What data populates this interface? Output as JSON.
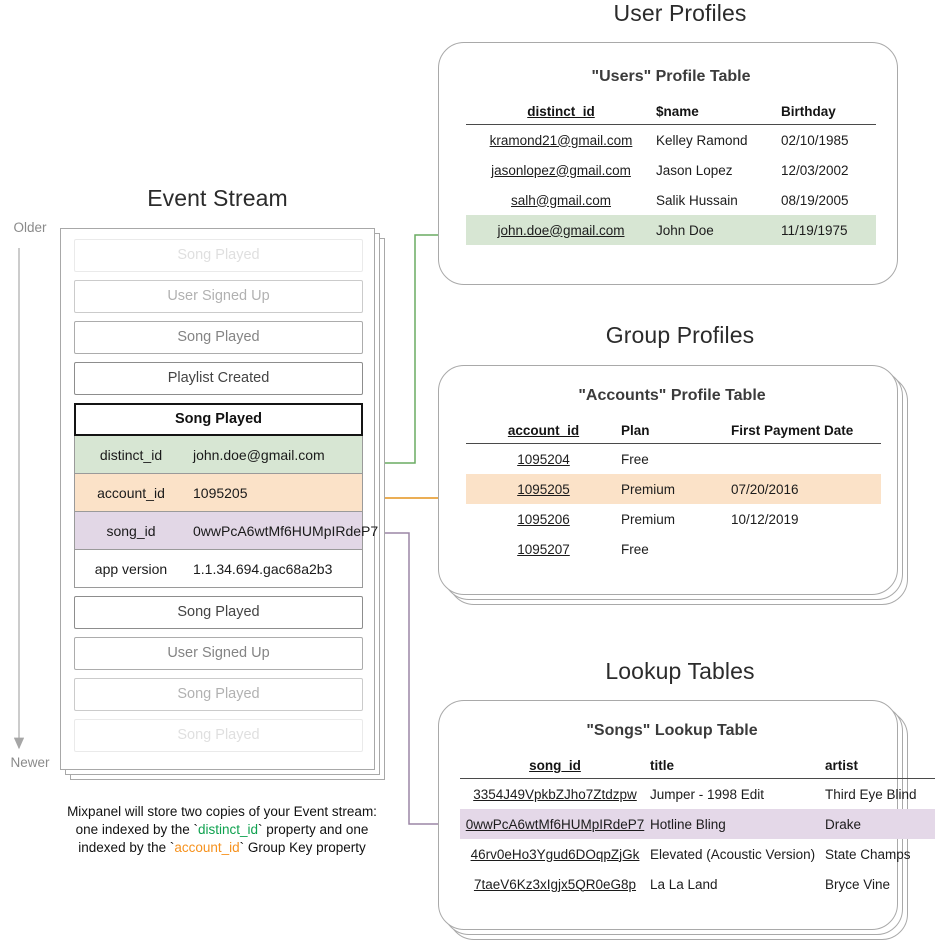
{
  "sections": {
    "event_stream_title": "Event Stream",
    "user_profiles_title": "User Profiles",
    "group_profiles_title": "Group Profiles",
    "lookup_tables_title": "Lookup Tables"
  },
  "axis": {
    "older": "Older",
    "newer": "Newer"
  },
  "event_stream": {
    "events_above": [
      {
        "label": "Song Played",
        "fade": "f1"
      },
      {
        "label": "User Signed Up",
        "fade": "f2"
      },
      {
        "label": "Song Played",
        "fade": "f3"
      },
      {
        "label": "Playlist Created",
        "fade": "f4"
      }
    ],
    "selected_event": {
      "name": "Song Played",
      "properties": [
        {
          "key": "distinct_id",
          "value": "john.doe@gmail.com",
          "tone": "green"
        },
        {
          "key": "account_id",
          "value": "1095205",
          "tone": "orange"
        },
        {
          "key": "song_id",
          "value": "0wwPcA6wtMf6HUMpIRdeP7",
          "tone": "purple"
        },
        {
          "key": "app version",
          "value": "1.1.34.694.gac68a2b3",
          "tone": "plain"
        }
      ]
    },
    "events_below": [
      {
        "label": "Song Played",
        "fade": "f4"
      },
      {
        "label": "User Signed Up",
        "fade": "f3"
      },
      {
        "label": "Song Played",
        "fade": "f2"
      },
      {
        "label": "Song Played",
        "fade": "f1"
      }
    ]
  },
  "caption": {
    "line1": "Mixpanel will store two copies of your Event stream:",
    "line2_pre": "one indexed by the `",
    "line2_token": "distinct_id",
    "line2_post": "` property and one",
    "line3_pre": "indexed by the `",
    "line3_token": "account_id",
    "line3_post": "` Group Key property"
  },
  "users_table": {
    "title": "\"Users\" Profile Table",
    "columns": [
      "distinct_id",
      "$name",
      "Birthday"
    ],
    "rows": [
      {
        "cells": [
          "kramond21@gmail.com",
          "Kelley Ramond",
          "02/10/1985"
        ],
        "highlight": "none"
      },
      {
        "cells": [
          "jasonlopez@gmail.com",
          "Jason Lopez",
          "12/03/2002"
        ],
        "highlight": "none"
      },
      {
        "cells": [
          "salh@gmail.com",
          "Salik Hussain",
          "08/19/2005"
        ],
        "highlight": "none"
      },
      {
        "cells": [
          "john.doe@gmail.com",
          "John Doe",
          "11/19/1975"
        ],
        "highlight": "green"
      }
    ]
  },
  "accounts_table": {
    "title": "\"Accounts\" Profile Table",
    "columns": [
      "account_id",
      "Plan",
      "First Payment Date"
    ],
    "rows": [
      {
        "cells": [
          "1095204",
          "Free",
          ""
        ],
        "highlight": "none"
      },
      {
        "cells": [
          "1095205",
          "Premium",
          "07/20/2016"
        ],
        "highlight": "orange"
      },
      {
        "cells": [
          "1095206",
          "Premium",
          "10/12/2019"
        ],
        "highlight": "none"
      },
      {
        "cells": [
          "1095207",
          "Free",
          ""
        ],
        "highlight": "none"
      }
    ]
  },
  "songs_table": {
    "title": "\"Songs\" Lookup Table",
    "columns": [
      "song_id",
      "title",
      "artist"
    ],
    "rows": [
      {
        "cells": [
          "3354J49VpkbZJho7Ztdzpw",
          "Jumper - 1998 Edit",
          "Third Eye Blind"
        ],
        "highlight": "none"
      },
      {
        "cells": [
          "0wwPcA6wtMf6HUMpIRdeP7",
          "Hotline Bling",
          "Drake"
        ],
        "highlight": "purple"
      },
      {
        "cells": [
          "46rv0eHo3Ygud6DOqpZjGk",
          "Elevated (Acoustic Version)",
          "State Champs"
        ],
        "highlight": "none"
      },
      {
        "cells": [
          "7taeV6Kz3xIgjx5QR0eG8p",
          "La La Land",
          "Bryce Vine"
        ],
        "highlight": "none"
      }
    ]
  },
  "colors": {
    "green": "#d7e6d3",
    "orange": "#fbe2c8",
    "purple": "#e4d8e8",
    "green_line": "#6aab62",
    "orange_line": "#e8a33d",
    "purple_line": "#9b86a6",
    "card_border": "#a9a9a9"
  }
}
